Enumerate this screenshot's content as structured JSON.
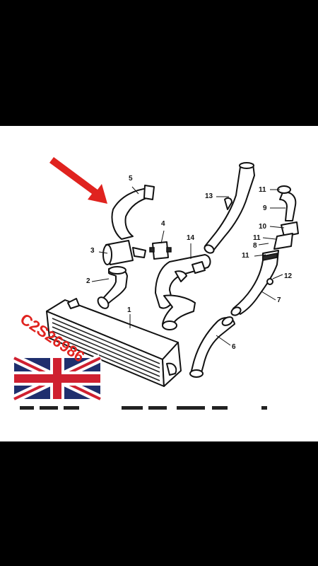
{
  "part_code": "C2S26986",
  "colors": {
    "highlight_red": "#e0231f",
    "flag_blue": "#1f2f6e",
    "flag_red": "#cf2030",
    "background": "#000000",
    "panel": "#ffffff"
  },
  "callouts": {
    "n1": "1",
    "n2": "2",
    "n3": "3",
    "n4": "4",
    "n5": "5",
    "n6": "6",
    "n7": "7",
    "n8": "8",
    "n9": "9",
    "n10": "10",
    "n11a": "11",
    "n11b": "11",
    "n11c": "11",
    "n12": "12",
    "n13": "13",
    "n14": "14"
  },
  "icons": {
    "flag": "union-jack-flag",
    "arrow": "red-arrow-icon"
  }
}
